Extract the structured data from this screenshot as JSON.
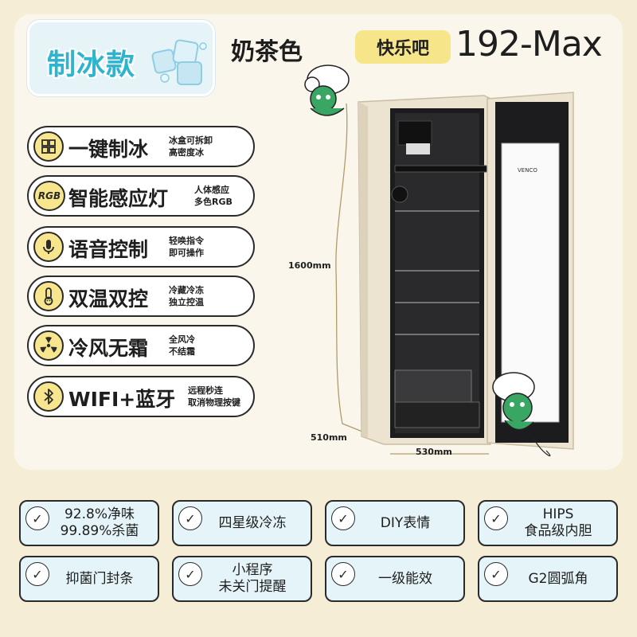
{
  "badge": {
    "text": "制冰款"
  },
  "header": {
    "color_name": "奶茶色",
    "brand": "快乐吧",
    "model": "192-Max"
  },
  "features": [
    {
      "icon": "ice-tray-icon",
      "icon_text": "",
      "title": "一键制冰",
      "sub1": "冰盒可拆卸",
      "sub2": "高密度冰"
    },
    {
      "icon": "rgb-icon",
      "icon_text": "RGB",
      "title": "智能感应灯",
      "sub1": "人体感应",
      "sub2": "多色RGB"
    },
    {
      "icon": "microphone-icon",
      "icon_text": "",
      "title": "语音控制",
      "sub1": "轻唤指令",
      "sub2": "即可操作"
    },
    {
      "icon": "thermometer-icon",
      "icon_text": "",
      "title": "双温双控",
      "sub1": "冷藏冷冻",
      "sub2": "独立控温"
    },
    {
      "icon": "fan-icon",
      "icon_text": "",
      "title": "冷风无霜",
      "sub1": "全风冷",
      "sub2": "不结霜"
    },
    {
      "icon": "bluetooth-icon",
      "icon_text": "",
      "title": "WIFI+蓝牙",
      "sub1": "远程秒连",
      "sub2": "取消物理按键"
    }
  ],
  "dimensions": {
    "height": "1600mm",
    "depth": "510mm",
    "width": "530mm"
  },
  "fridge": {
    "door_logo": "VENCO"
  },
  "cards": [
    {
      "line1": "92.8%净味",
      "line2": "99.89%杀菌"
    },
    {
      "line1": "四星级冷冻",
      "line2": ""
    },
    {
      "line1": "DIY表情",
      "line2": ""
    },
    {
      "line1": "HIPS",
      "line2": "食品级内胆"
    },
    {
      "line1": "抑菌门封条",
      "line2": ""
    },
    {
      "line1": "小程序",
      "line2": "未关门提醒"
    },
    {
      "line1": "一级能效",
      "line2": ""
    },
    {
      "line1": "G2圆弧角",
      "line2": ""
    }
  ],
  "colors": {
    "accent_yellow": "#f7e68e",
    "ice_blue": "#2fb4cf",
    "card_bg": "#e4f4f8",
    "cabinet": "#ece3d1"
  }
}
